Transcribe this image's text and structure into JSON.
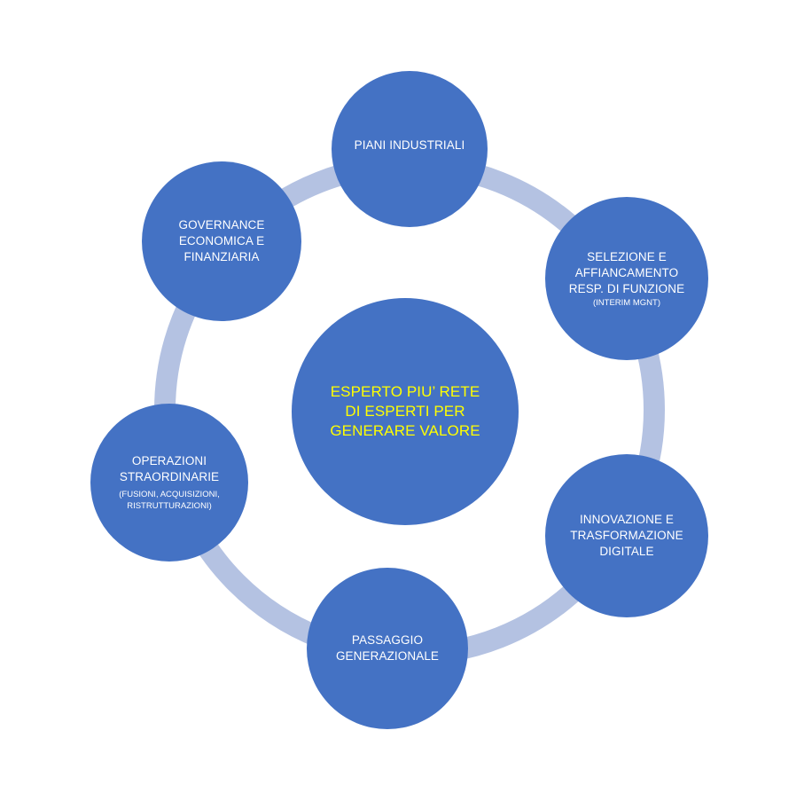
{
  "diagram": {
    "center": {
      "label": "ESPERTO PIU’ RETE\nDI ESPERTI PER\nGENERARE VALORE"
    },
    "nodes": [
      {
        "id": "piani-industriali",
        "label": "PIANI INDUSTRIALI",
        "sublabel": ""
      },
      {
        "id": "selezione",
        "label": "SELEZIONE E\nAFFIANCAMENTO\nRESP. DI FUNZIONE",
        "sublabel": "(INTERIM MGNT)"
      },
      {
        "id": "innovazione",
        "label": "INNOVAZIONE E\nTRASFORMAZIONE\nDIGITALE",
        "sublabel": ""
      },
      {
        "id": "passaggio",
        "label": "PASSAGGIO\nGENERAZIONALE",
        "sublabel": ""
      },
      {
        "id": "operazioni",
        "label": "OPERAZIONI\nSTRAORDINARIE",
        "sublabel": "(FUSIONI, ACQUISIZIONI,\nRISTRUTTURAZIONI)"
      },
      {
        "id": "governance",
        "label": "GOVERNANCE\nECONOMICA E\nFINANZIARIA",
        "sublabel": ""
      }
    ],
    "colors": {
      "node_fill": "#4472c4",
      "ring": "#b4c2e2",
      "node_text": "#ffffff",
      "center_text": "#ffff00"
    }
  }
}
